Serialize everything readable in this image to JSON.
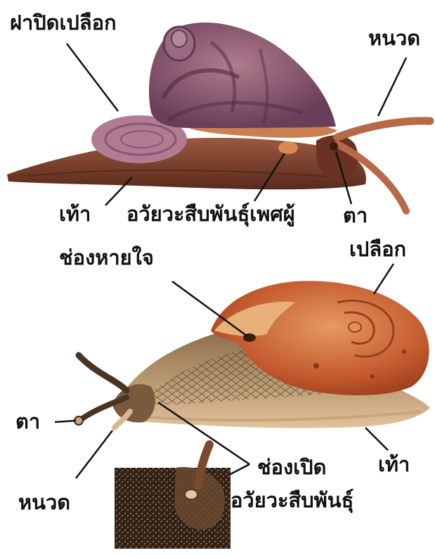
{
  "labels": {
    "top_operculum": "ฝาปิดเปลือก",
    "top_tentacle": "หนวด",
    "top_foot": "เท้า",
    "top_male_organ": "อวัยวะสืบพันธุ์เพศผู้",
    "top_eye": "ตา",
    "bottom_breathing_hole": "ช่องหายใจ",
    "bottom_shell": "เปลือก",
    "bottom_eye": "ตา",
    "bottom_foot": "เท้า",
    "bottom_tentacle": "หนวด",
    "inset_opening_line1": "ช่องเปิด",
    "inset_opening_line2": "อวัยวะสืบพันธุ์"
  },
  "colors": {
    "top_shell": "#8a5a6e",
    "top_shell_band": "#5e3a52",
    "top_body": "#7a3f2e",
    "top_mantle": "#c77a4e",
    "top_operculum": "#a8708a",
    "bottom_shell": "#c7643a",
    "bottom_shell_light": "#e0905a",
    "bottom_body": "#8a6a48",
    "bottom_foot": "#d8b48a",
    "inset_skin": "#3a2a1c",
    "leader_line": "#111111"
  }
}
